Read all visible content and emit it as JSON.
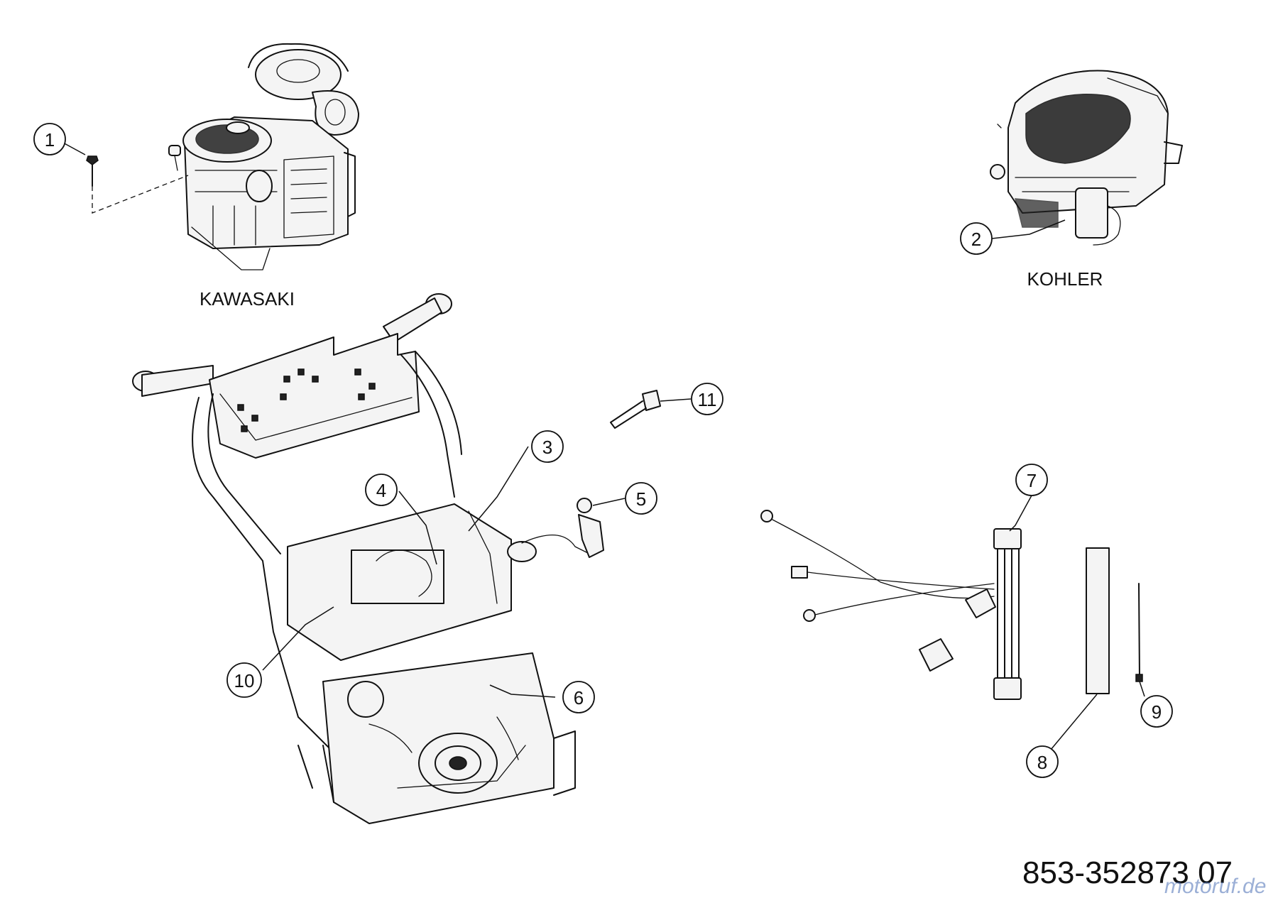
{
  "engines": {
    "left_label": "KAWASAKI",
    "right_label": "KOHLER"
  },
  "callouts": [
    "1",
    "2",
    "3",
    "4",
    "5",
    "6",
    "7",
    "8",
    "9",
    "10",
    "11"
  ],
  "part_number": "853-352873 07",
  "watermark": "motoruf.de"
}
